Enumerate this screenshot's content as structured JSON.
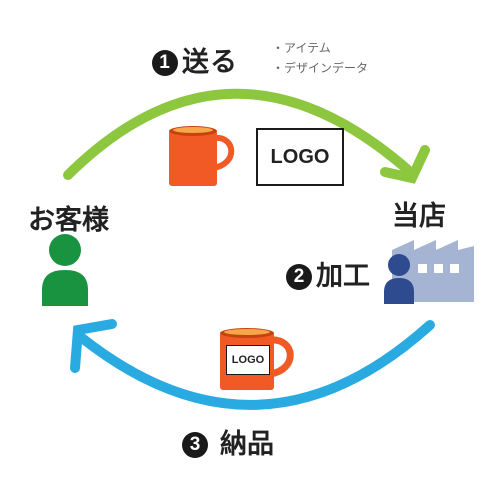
{
  "steps": {
    "send": {
      "number": "1",
      "label": "送る"
    },
    "process": {
      "number": "2",
      "label": "加工"
    },
    "deliver": {
      "number": "3",
      "label": "納品"
    }
  },
  "send_items": [
    "・アイテム",
    "・デザインデータ"
  ],
  "actors": {
    "customer": "お客様",
    "shop": "当店"
  },
  "logo_text": "LOGO",
  "colors": {
    "arrow_top": "#8dc63f",
    "arrow_bottom": "#29abe2",
    "mug": "#f15a24",
    "customer": "#1a9341",
    "factory": "#a5b4d3",
    "worker": "#2e4b8f"
  }
}
